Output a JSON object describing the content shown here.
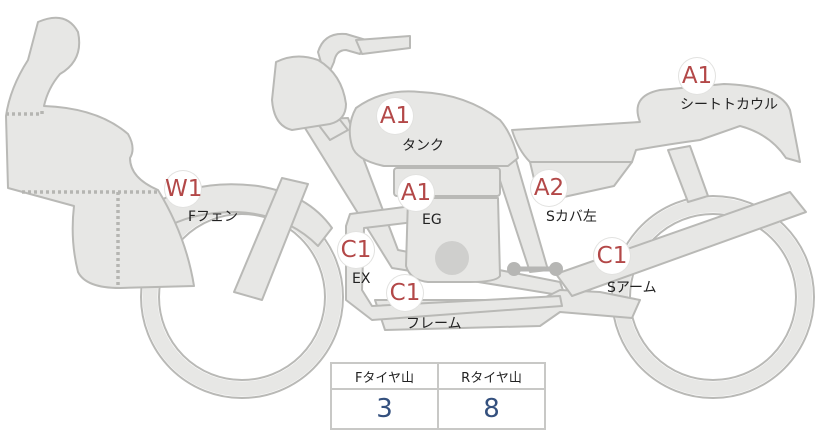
{
  "parts": [
    {
      "id": "tank",
      "grade": "A1",
      "label": "タンク"
    },
    {
      "id": "seat-cowl",
      "grade": "A1",
      "label": "シートトカウル"
    },
    {
      "id": "front-fender",
      "grade": "W1",
      "label": "Fフェン"
    },
    {
      "id": "engine",
      "grade": "A1",
      "label": "EG"
    },
    {
      "id": "side-cover-left",
      "grade": "A2",
      "label": "Sカバ左"
    },
    {
      "id": "exhaust",
      "grade": "C1",
      "label": "EX"
    },
    {
      "id": "frame",
      "grade": "C1",
      "label": "フレーム"
    },
    {
      "id": "swing-arm",
      "grade": "C1",
      "label": "Sアーム"
    }
  ],
  "tread": {
    "front_header": "Fタイヤ山",
    "rear_header": "Rタイヤ山",
    "front_value": "3",
    "rear_value": "8"
  },
  "colors": {
    "grade_text": "#b34848",
    "value_text": "#34507e",
    "body_fill": "#e7e7e5",
    "outline": "#b9b9b6"
  }
}
